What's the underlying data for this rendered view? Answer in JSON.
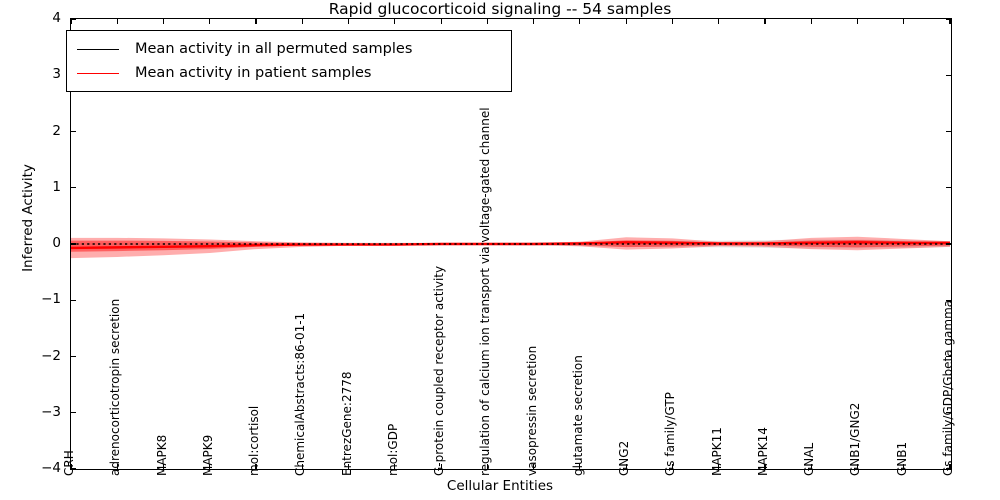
{
  "chart_data": {
    "type": "line",
    "title": "Rapid glucocorticoid signaling -- 54 samples",
    "xlabel": "Cellular Entities",
    "ylabel": "Inferred Activity",
    "ylim": [
      -4,
      4
    ],
    "yticks": [
      "4",
      "3",
      "2",
      "1",
      "0",
      "-1",
      "-2",
      "-3",
      "-4"
    ],
    "grid": false,
    "legend_position": "upper left",
    "legend": [
      {
        "label": "Mean activity in all permuted samples",
        "color": "#000000"
      },
      {
        "label": "Mean activity in patient samples",
        "color": "#ff0000"
      }
    ],
    "categories": [
      "CRH",
      "adrenocorticotropin secretion",
      "MAPK8",
      "MAPK9",
      "mol:cortisol",
      "ChemicalAbstracts:86-01-1",
      "EntrezGene:2778",
      "mol:GDP",
      "G-protein coupled receptor activity",
      "regulation of calcium ion transport via voltage-gated channel",
      "vasopressin secretion",
      "glutamate secretion",
      "GNG2",
      "Gs family/GTP",
      "MAPK11",
      "MAPK14",
      "GNAL",
      "GNB1/GNG2",
      "GNB1",
      "Gs family/GDP/Gbeta gamma"
    ],
    "series": [
      {
        "name": "Mean activity in all permuted samples",
        "color": "#000000",
        "style": "dotted",
        "values": [
          0.0,
          0.0,
          0.0,
          0.0,
          0.0,
          0.0,
          0.0,
          0.0,
          0.0,
          0.0,
          0.0,
          0.0,
          0.0,
          0.0,
          0.0,
          0.0,
          0.0,
          0.0,
          0.0,
          0.0
        ],
        "band_color": "#c8c8c8",
        "band_upper": [
          0.02,
          0.02,
          0.02,
          0.02,
          0.02,
          0.02,
          0.02,
          0.02,
          0.02,
          0.02,
          0.03,
          0.04,
          0.05,
          0.06,
          0.06,
          0.07,
          0.08,
          0.08,
          0.07,
          0.05
        ],
        "band_lower": [
          -0.02,
          -0.02,
          -0.02,
          -0.02,
          -0.02,
          -0.02,
          -0.02,
          -0.02,
          -0.02,
          -0.02,
          -0.03,
          -0.04,
          -0.05,
          -0.06,
          -0.06,
          -0.07,
          -0.08,
          -0.08,
          -0.07,
          -0.05
        ]
      },
      {
        "name": "Mean activity in patient samples",
        "color": "#ff0000",
        "style": "solid",
        "values": [
          -0.07,
          -0.06,
          -0.05,
          -0.04,
          -0.02,
          -0.01,
          -0.01,
          -0.01,
          0.0,
          0.0,
          0.0,
          0.01,
          0.03,
          0.02,
          0.01,
          0.01,
          0.02,
          0.03,
          0.02,
          0.02
        ],
        "band_color": "#ff0000",
        "band_upper": [
          0.11,
          0.11,
          0.1,
          0.08,
          0.05,
          0.03,
          0.02,
          0.02,
          0.02,
          0.02,
          0.02,
          0.04,
          0.12,
          0.1,
          0.04,
          0.05,
          0.11,
          0.13,
          0.09,
          0.05
        ],
        "band_lower": [
          -0.25,
          -0.23,
          -0.2,
          -0.16,
          -0.09,
          -0.05,
          -0.03,
          -0.03,
          -0.02,
          -0.02,
          -0.02,
          -0.04,
          -0.1,
          -0.08,
          -0.04,
          -0.05,
          -0.09,
          -0.11,
          -0.08,
          -0.05
        ]
      }
    ]
  }
}
